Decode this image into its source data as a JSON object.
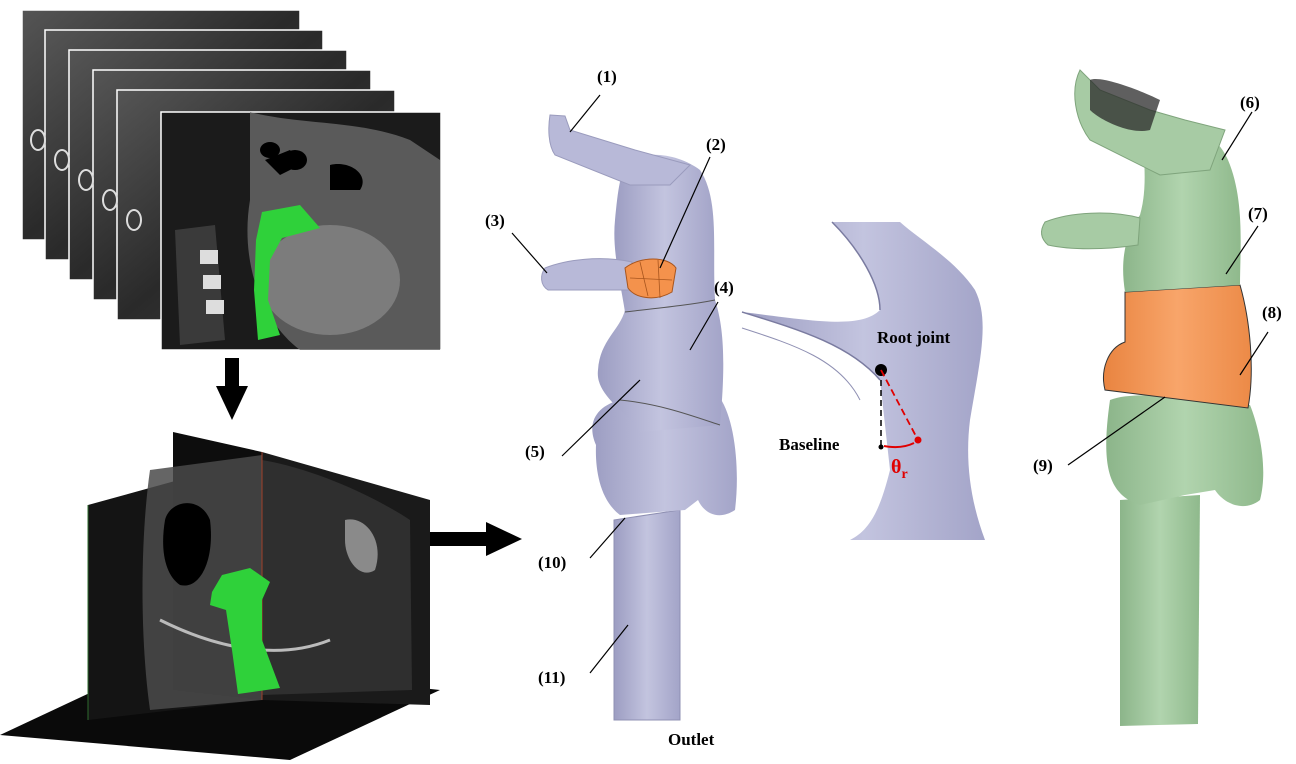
{
  "labels": {
    "l1": "(1)",
    "l2": "(2)",
    "l3": "(3)",
    "l4": "(4)",
    "l5": "(5)",
    "l6": "(6)",
    "l7": "(7)",
    "l8": "(8)",
    "l9": "(9)",
    "l10": "(10)",
    "l11": "(11)",
    "outlet": "Outlet",
    "root_joint": "Root joint",
    "baseline": "Baseline",
    "theta": "θ",
    "theta_sub": "r"
  },
  "colors": {
    "airway_model": "#b3b4d3",
    "highlight": "#f4924c",
    "segmented_model": "#9ec49c",
    "segmentation": "#2fd13a",
    "angle": "#e00000",
    "ct_background": "#111111"
  }
}
